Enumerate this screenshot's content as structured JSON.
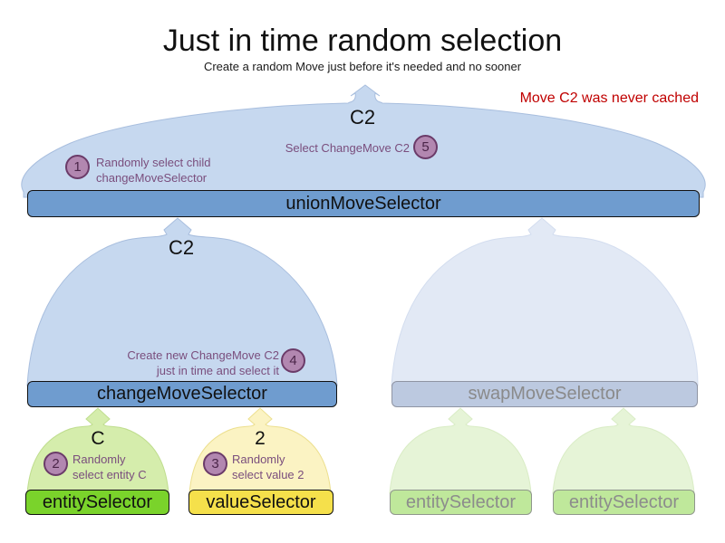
{
  "title": "Just in time random selection",
  "subtitle": "Create a random Move just before it's needed and no sooner",
  "note": "Move C2 was never cached",
  "cache_labels": {
    "union": "C2",
    "change": "C2",
    "entity": "C",
    "value": "2"
  },
  "bars": {
    "union": "unionMoveSelector",
    "change": "changeMoveSelector",
    "swap": "swapMoveSelector",
    "entity": "entitySelector",
    "value": "valueSelector",
    "entity_faded_left": "entitySelector",
    "entity_faded_right": "entitySelector"
  },
  "steps": {
    "s1": {
      "num": "1",
      "line1": "Randomly select child",
      "line2": "changeMoveSelector"
    },
    "s2": {
      "num": "2",
      "line1": "Randomly",
      "line2": "select entity C"
    },
    "s3": {
      "num": "3",
      "line1": "Randomly",
      "line2": "select value 2"
    },
    "s4": {
      "num": "4",
      "line1": "Create new ChangeMove C2",
      "line2": "just in time and select it"
    },
    "s5": {
      "num": "5",
      "text": "Select ChangeMove C2"
    }
  },
  "colors": {
    "active_dome": "#c6d8ef",
    "active_bar": "#6f9ccf",
    "faded_dome": "#e2e9f5",
    "faded_bar": "#bcc9e0",
    "green_dome": "#d5edac",
    "green_bar": "#7ad32b",
    "yellow_dome": "#fbf3c3",
    "yellow_bar": "#f5e04b",
    "faded_green_dome": "#e6f4d7",
    "faded_green_bar": "#bfe89b",
    "circle_fill": "#b287b0",
    "circle_border": "#6b3b69",
    "annotation_text": "#7a4e7d",
    "note_red": "#c00000",
    "faded_text": "#8c8c8c"
  }
}
